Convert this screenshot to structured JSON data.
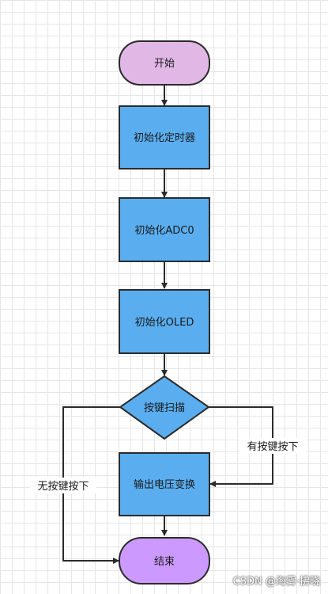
{
  "nodes": {
    "start": "开始",
    "init_timer": "初始化定时器",
    "init_adc": "初始化ADC0",
    "init_oled": "初始化OLED",
    "key_scan": "按键扫描",
    "voltage_output": "输出电压变换",
    "end": "结束"
  },
  "edges": {
    "key_pressed": "有按键按下",
    "no_key": "无按键按下"
  },
  "watermark": "CSDN @海雾·拂晓",
  "colors": {
    "terminal_start": "#e1b7e6",
    "terminal_end": "#cc99ff",
    "process": "#5aaef0",
    "stroke": "#2b2b2b"
  }
}
